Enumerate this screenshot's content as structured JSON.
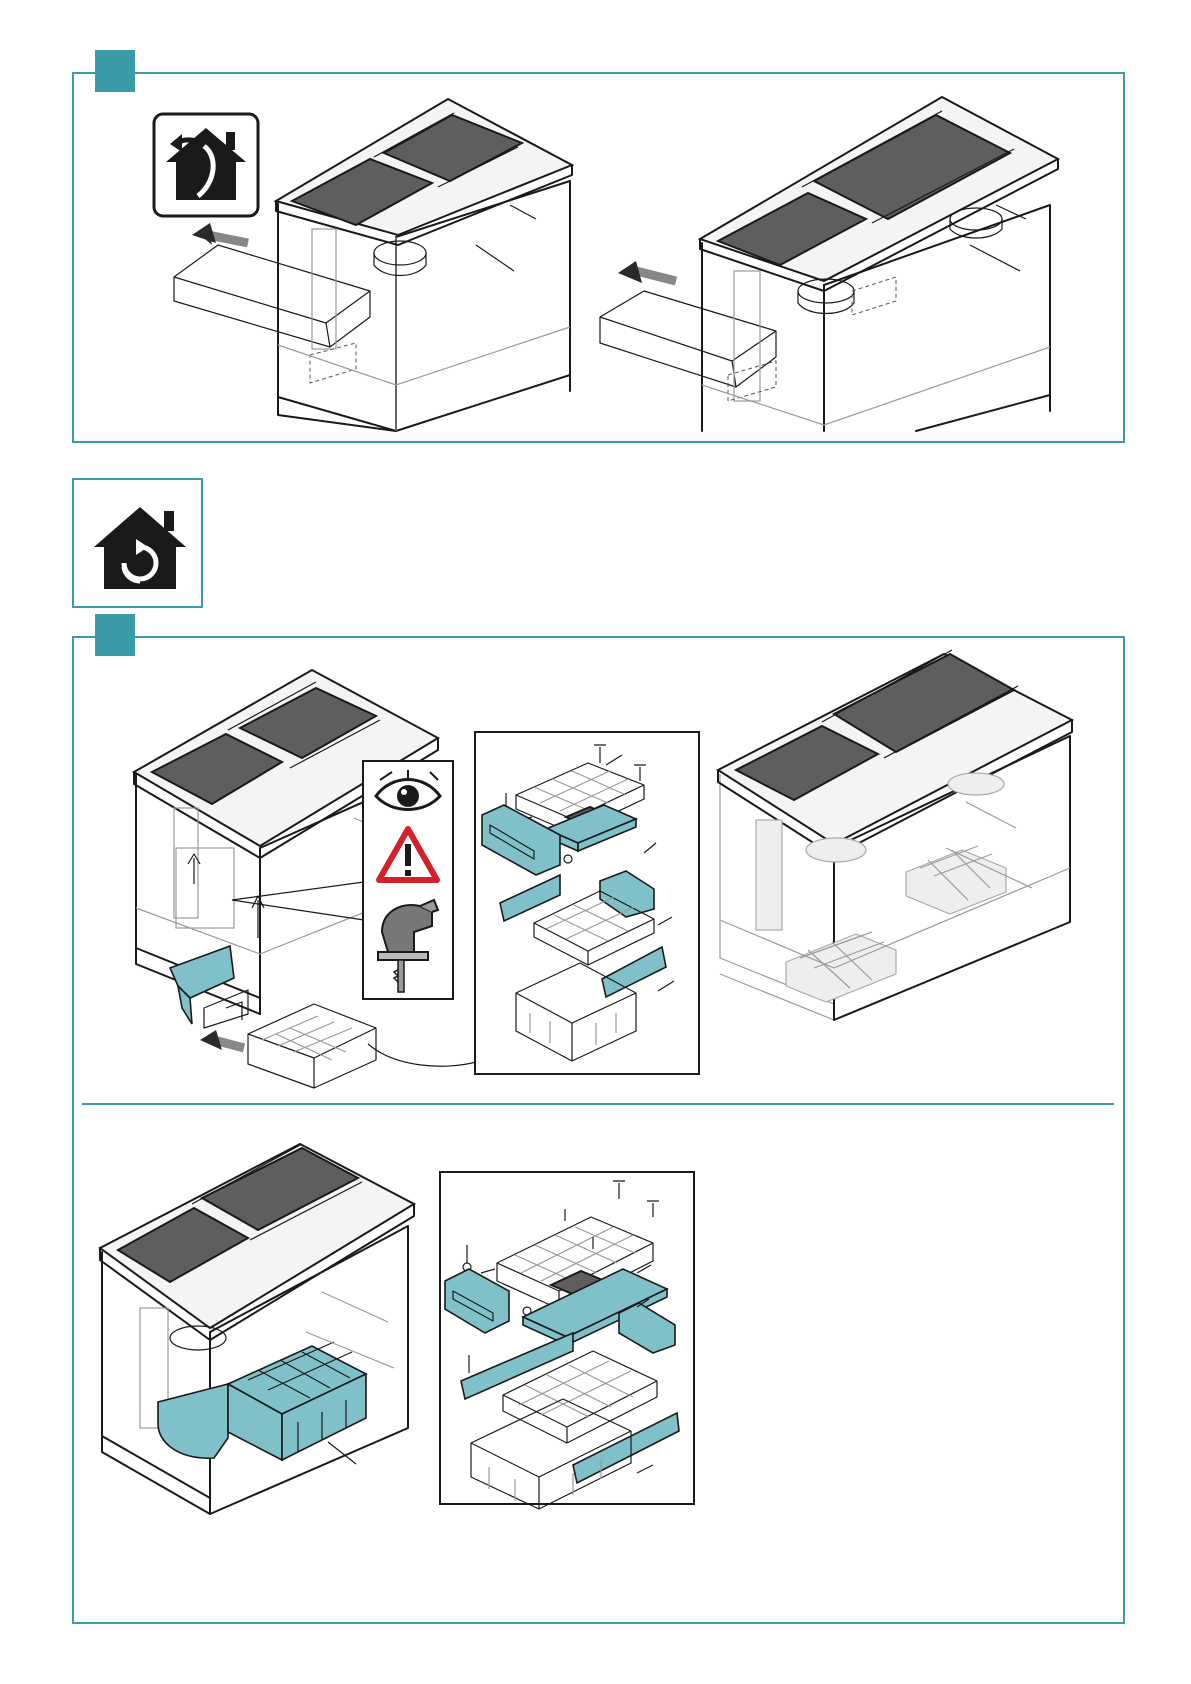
{
  "page": {
    "accent_color": "#3a9aa8",
    "glass_color": "#5e5e5e",
    "filter_color": "#7fc0c9"
  },
  "panel_1": {
    "icon": "house-remove-arrow-icon",
    "figures": [
      "cabinet-duct-short-variant",
      "cabinet-duct-long-variant"
    ]
  },
  "panel_2": {
    "icon": "house-recirculation-icon"
  },
  "panel_3": {
    "top_row": {
      "warning_icons": [
        "eye-icon",
        "warning-triangle-icon",
        "jigsaw-icon"
      ],
      "figures": [
        "cabinet-with-filter-module",
        "filter-exploded-view",
        "cabinet-with-filter-installed"
      ]
    },
    "bottom_row": {
      "figures": [
        "cabinet-with-long-filter-box",
        "long-filter-exploded-view"
      ]
    }
  }
}
